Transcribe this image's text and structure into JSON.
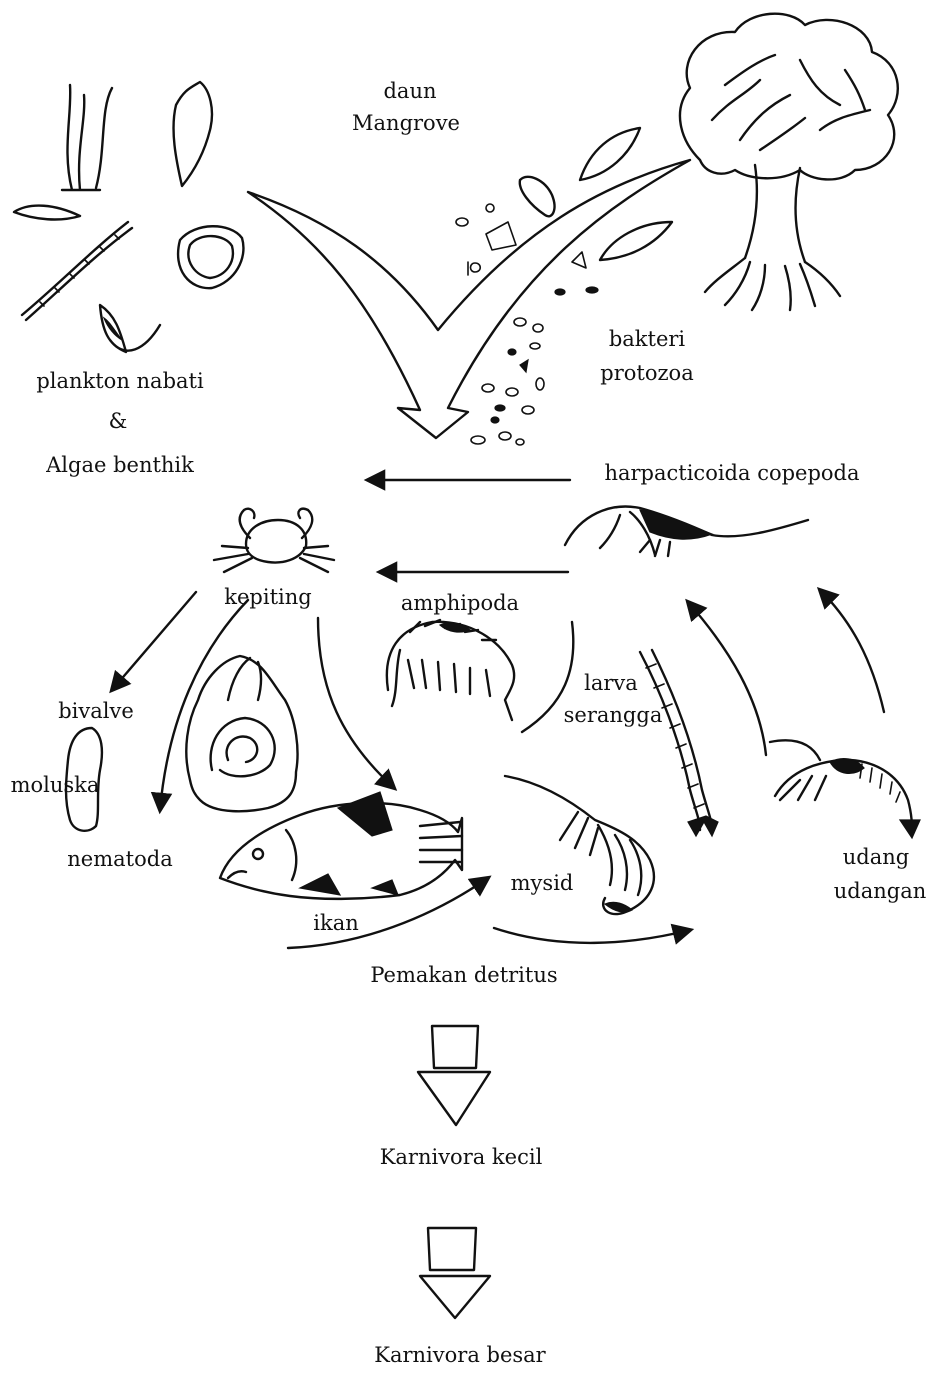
{
  "labels": {
    "daun": "daun",
    "mangrove": "Mangrove",
    "plankton_nabati": "plankton nabati",
    "ampersand": "&",
    "algae_benthik": "Algae benthik",
    "bakteri": "bakteri",
    "protozoa": "protozoa",
    "harpacticoida_copepoda": "harpacticoida copepoda",
    "kepiting": "kepiting",
    "amphipoda": "amphipoda",
    "bivalve": "bivalve",
    "moluska": "moluska",
    "larva": "larva",
    "serangga": "serangga",
    "nematoda": "nematoda",
    "mysid": "mysid",
    "udang": "udang",
    "udangan": "udangan",
    "ikan": "ikan",
    "pemakan_detritus": "Pemakan detritus",
    "karnivora_kecil": "Karnivora kecil",
    "karnivora_besar": "Karnivora besar"
  },
  "icons": {
    "tree": "mangrove-tree-icon",
    "leaf": "mangrove-leaf-icon",
    "plankton": "plankton-icon",
    "crab": "crab-icon",
    "copepod": "copepod-icon",
    "amphipod": "amphipod-icon",
    "snail": "gastropod-shell-icon",
    "clam": "bivalve-shell-icon",
    "larva": "insect-larva-icon",
    "fish": "fish-icon",
    "mysid": "mysid-shrimp-icon",
    "shrimp": "shrimp-icon"
  },
  "colors": {
    "ink": "#111111",
    "paper": "#ffffff"
  }
}
